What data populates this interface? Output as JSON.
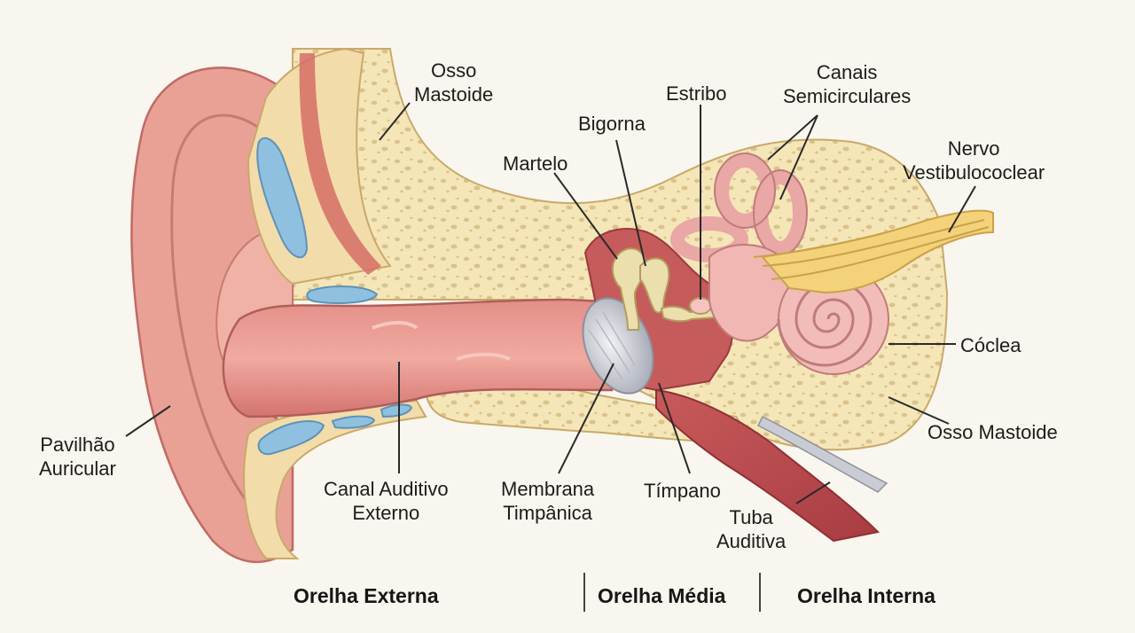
{
  "labels": {
    "osso_mastoide_top": [
      "Osso",
      "Mastoide"
    ],
    "estribo": "Estribo",
    "bigorna": "Bigorna",
    "martelo": "Martelo",
    "canais": [
      "Canais",
      "Semicirculares"
    ],
    "nervo": [
      "Nervo",
      "Vestibulococlear"
    ],
    "coclea": "Cóclea",
    "osso_mastoide_right": "Osso Mastoide",
    "pavilhao": [
      "Pavilhão",
      "Auricular"
    ],
    "canal_auditivo": [
      "Canal Auditivo",
      "Externo"
    ],
    "membrana": [
      "Membrana",
      "Timpânica"
    ],
    "timpano": "Tímpano",
    "tuba": [
      "Tuba",
      "Auditiva"
    ]
  },
  "sections": {
    "externa": "Orelha Externa",
    "media": "Orelha Média",
    "interna": "Orelha Interna"
  },
  "colors": {
    "skin": "#e9a196",
    "canal": "#e27f78",
    "bone": "#f5e6b8",
    "cartilage": "#8fc0e0",
    "ossicle": "#e9dcaa",
    "nerve": "#f3d27a",
    "inner_ear": "#f0b5b0",
    "membrane": "#c9ccd4"
  }
}
